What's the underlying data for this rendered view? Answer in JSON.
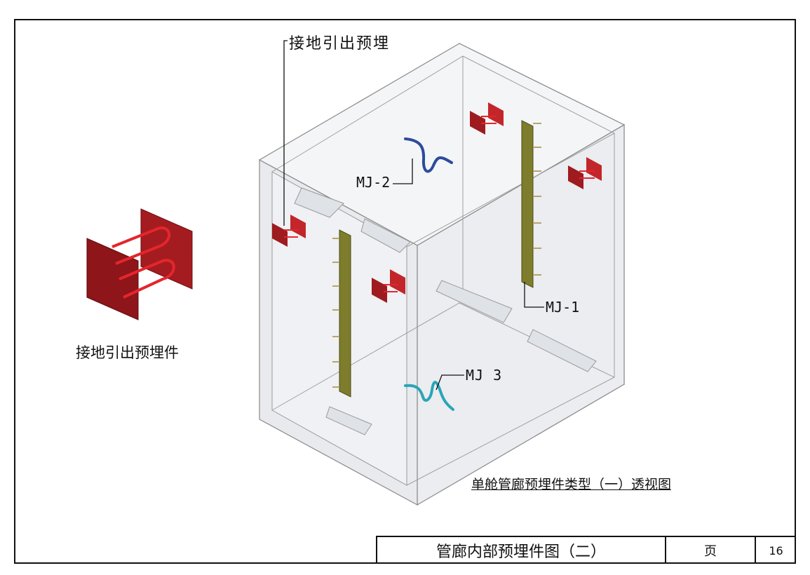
{
  "labels": {
    "ground_top": "接地引出预埋",
    "ground_left": "接地引出预埋件",
    "mj1": "MJ-1",
    "mj2": "MJ-2",
    "mj3": "MJ 3",
    "view_title": "单舱管廊预埋件类型（一）透视图"
  },
  "title_block": {
    "title": "管廊内部预埋件图（二）",
    "page_label": "页",
    "page_number": "16"
  },
  "colors": {
    "plate_red": "#9e1b1f",
    "anchor_red": "#e4262c",
    "channel_olive": "#7d7d2c",
    "mj2_blue": "#2c4c9b",
    "mj3_teal": "#2aa5b8",
    "box_line": "#8a8a8a",
    "box_fill": "#eef0f3"
  }
}
